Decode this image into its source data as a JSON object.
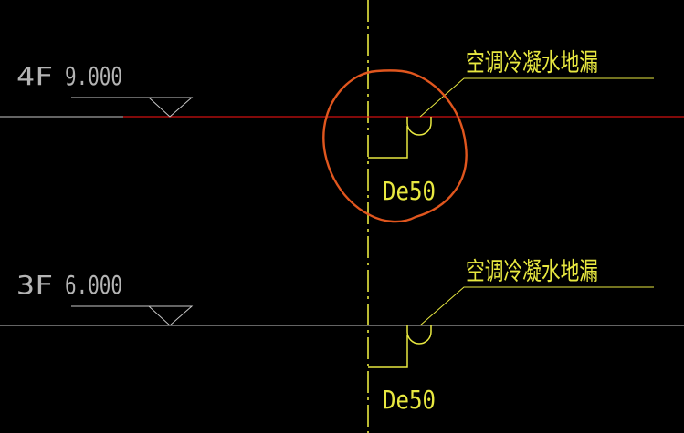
{
  "colors": {
    "background": "#000000",
    "floor_line": "#c8c8c8",
    "floor_line_highlight": "#d01010",
    "pipe": "#e8e840",
    "floor_label": "#b4b4b4",
    "annotation_text": "#e8e840",
    "markup_circle": "#e0561e"
  },
  "floors": [
    {
      "id": "4F",
      "level_label": "4F",
      "elevation_label": "9.000",
      "line_color_key": "floor_line_highlight"
    },
    {
      "id": "3F",
      "level_label": "3F",
      "elevation_label": "6.000",
      "line_color_key": "floor_line"
    }
  ],
  "drains": [
    {
      "floor": "4F",
      "callout_label": "空调冷凝水地漏",
      "pipe_size_label": "De50",
      "highlighted": true
    },
    {
      "floor": "3F",
      "callout_label": "空调冷凝水地漏",
      "pipe_size_label": "De50",
      "highlighted": false
    }
  ],
  "markup": {
    "type": "freehand-circle",
    "target": "4F drain",
    "color_key": "markup_circle"
  },
  "icons": {
    "level_marker": "elevation-triangle-icon",
    "floor_drain": "floor-drain-trap-icon"
  }
}
